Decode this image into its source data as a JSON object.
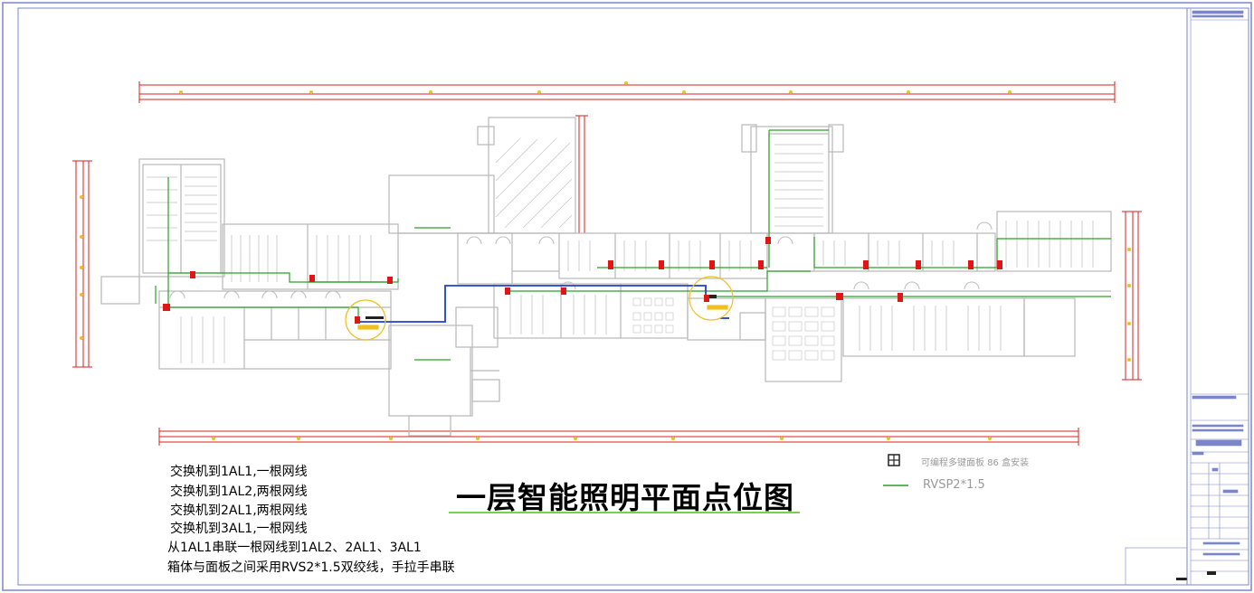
{
  "drawing": {
    "title": "一层智能照明平面点位图"
  },
  "notes": [
    "交换机到1AL1,一根网线",
    "交换机到1AL2,两根网线",
    "交换机到2AL1,两根网线",
    "交换机到3AL1,一根网线",
    "从1AL1串联一根网线到1AL2、2AL1、3AL1",
    "箱体与面板之间采用RVS2*1.5双绞线，手拉手串联"
  ],
  "legend": {
    "panel_label": "可编程多键面板 86 盒安装",
    "wire_label": "RVSP2*1.5"
  },
  "colors": {
    "frame": "#7a86c8",
    "wall": "#b8b8b8",
    "dimension": "#d42020",
    "wire_green": "#2aa02a",
    "wire_blue": "#1f3fcf",
    "panel_red": "#e01515",
    "highlight_yellow": "#f0c020",
    "title_underline": "#7ad04a"
  }
}
